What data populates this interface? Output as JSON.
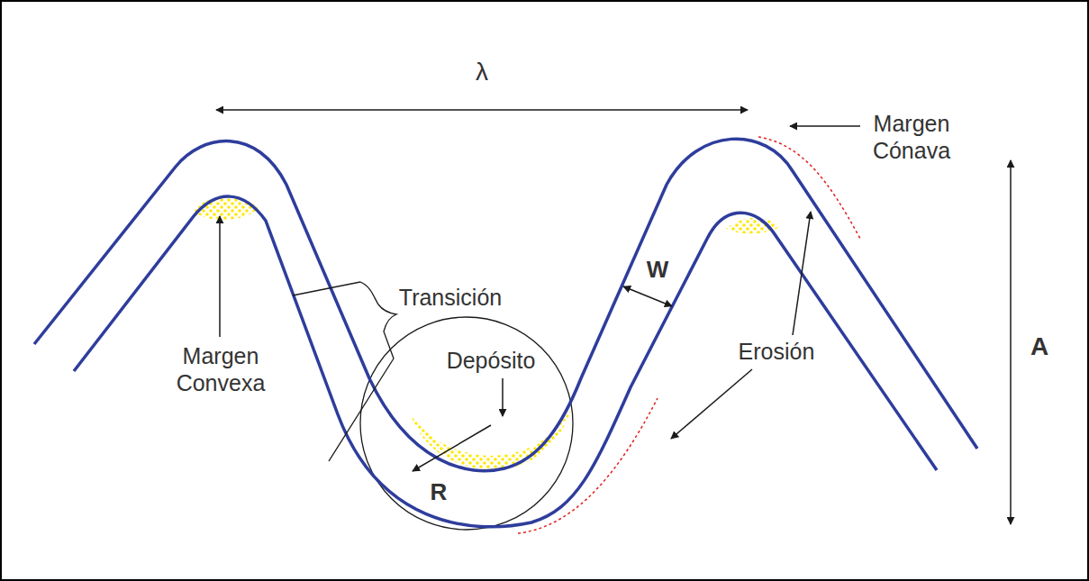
{
  "diagram": {
    "labels": [
      "λ",
      "Margen Cónava",
      "Margen Convexa",
      "Transición",
      "Depósito",
      "R",
      "W",
      "Erosión",
      "A"
    ]
  }
}
